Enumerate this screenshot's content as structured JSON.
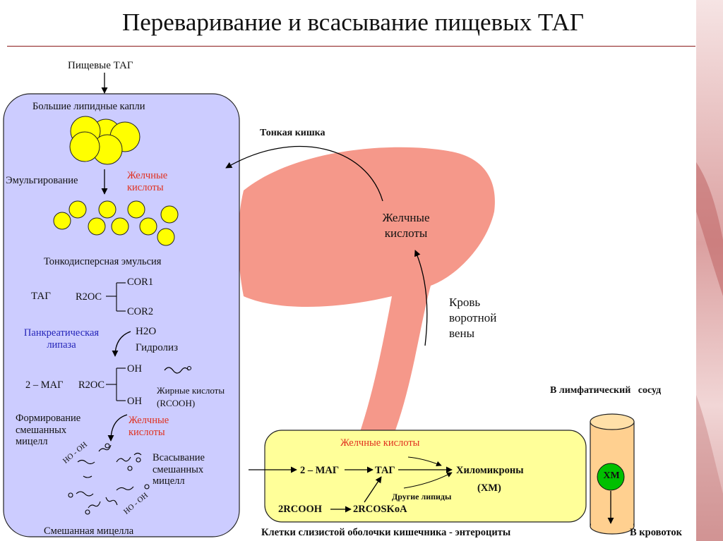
{
  "title": "Переваривание и всасывание пищевых ТАГ",
  "colors": {
    "title_rule": "#8b1a1a",
    "left_panel": "#ccccff",
    "droplet": "#ffff00",
    "intestine": "#f5988a",
    "enterocyte_panel": "#ffff99",
    "lymph_vessel": "#ffd090",
    "chylomicron": "#00c000",
    "bile_text": "#e0301e",
    "lipase_text": "#2424b8"
  },
  "left": {
    "input": "Пищевые ТАГ",
    "large_droplets": "Большие липидные капли",
    "emulsification": "Эмульгирование",
    "bile_acids_1": "Желчные кислоты",
    "fine_emulsion": "Тонкодисперсная эмульсия",
    "tag": "ТАГ",
    "r2oc_a": "R2OC",
    "cor1": "COR1",
    "cor2": "COR2",
    "lipase": "Панкреатическая липаза",
    "h2o": "H2O",
    "hydrolysis": "Гидролиз",
    "mag": "2 – МАГ",
    "r2oc_b": "R2OC",
    "oh_top": "OH",
    "oh_bottom": "OH",
    "fatty_acids": "Жирные кислоты",
    "rcooh": "(RCOOH)",
    "mixed_formation": "Формирование смешанных мицелл",
    "bile_acids_2": "Желчные кислоты",
    "ho_oh_1": "HO - OH",
    "ho_oh_2": "HO - OH",
    "absorption": "Всасывание смешанных мицелл",
    "mixed_micelle": "Смешанная мицелла"
  },
  "right": {
    "small_intestine": "Тонкая кишка",
    "liver_bile": "Желчные кислоты",
    "portal_blood": "Кровь воротной вены",
    "lymph_vessel": "В лимфатический   сосуд",
    "enterocyte_bile": "Желчные кислоты",
    "mag": "2 – МАГ",
    "tag": "ТАГ",
    "chylomicrons": "Хиломикроны",
    "xm_paren": "(ХМ)",
    "other_lipids": "Другие липиды",
    "rcooh": "2RCOOH",
    "rcoskoa": "2RCOSKoA",
    "enterocytes": "Клетки слизистой оболочки кишечника - энтероциты",
    "xm": "ХМ",
    "bloodstream": "В кровоток"
  }
}
